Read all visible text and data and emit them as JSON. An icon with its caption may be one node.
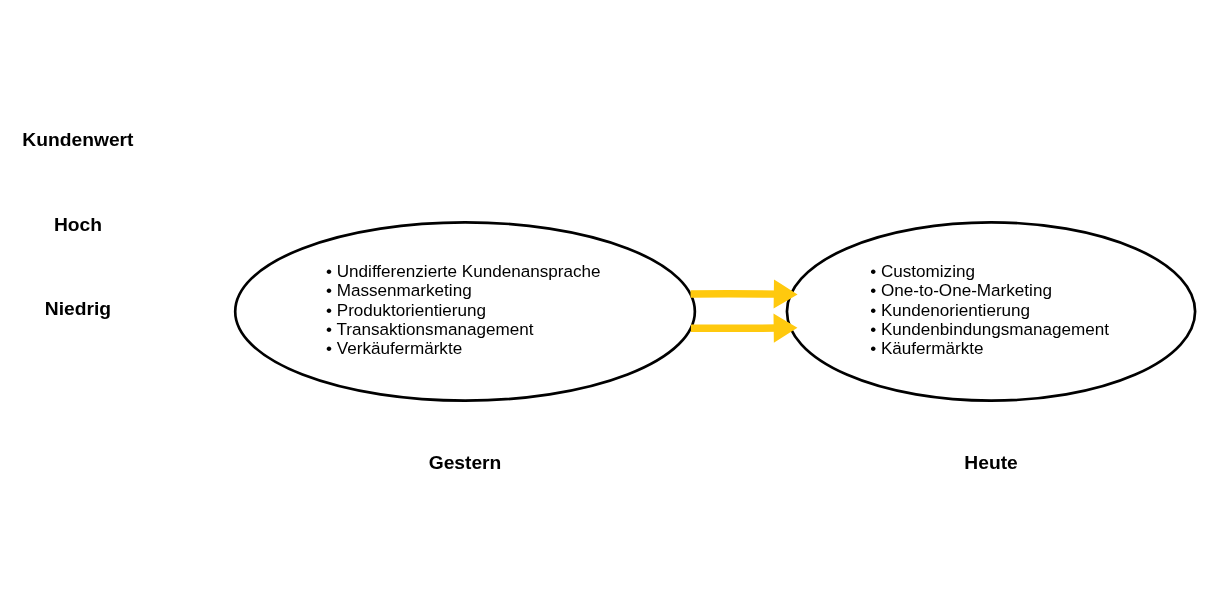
{
  "diagram": {
    "nodes": [
      {
        "text": [
          "• Undifferenzierte Kundenansprache",
          "• Massenmarketing",
          "• Produktorientierung",
          "• Transaktionsmanagement",
          "• Verkäufermärkte"
        ]
      },
      {
        "text": [
          "• Customizing",
          "• One-to-One-Marketing",
          "• Kundenorientierung",
          "• Kundenbindungsmanagement",
          "• Käufermärkte"
        ]
      }
    ],
    "edges": [
      {
        "from": 0,
        "to": 1,
        "arrow": "to"
      },
      {
        "from": 0,
        "to": 1,
        "arrow": "to"
      }
    ],
    "labels": [
      "Kundenwert",
      "Hoch",
      "Niedrig",
      "Gestern",
      "Heute"
    ]
  }
}
